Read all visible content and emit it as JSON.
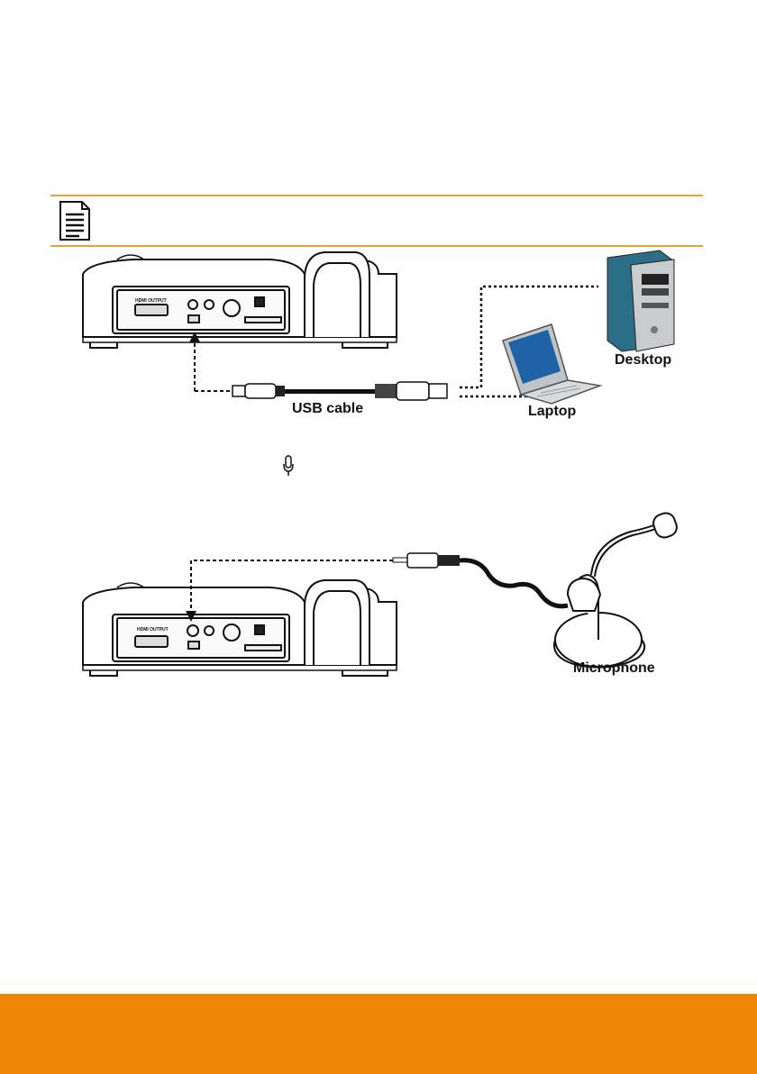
{
  "colors": {
    "rule": "#e2a33a",
    "footer": "#ef8505",
    "monitor_screen": "#1f63a6",
    "desktop_case": "#2a6e88",
    "line": "#111111"
  },
  "usb_diagram": {
    "cable_label": "USB cable",
    "desktop_label": "Desktop",
    "laptop_label": "Laptop"
  },
  "mic_diagram": {
    "microphone_label": "Microphone"
  },
  "device": {
    "port_label": "HDMI OUTPUT"
  },
  "icons": {
    "note": "note-icon",
    "microphone": "microphone-icon"
  }
}
